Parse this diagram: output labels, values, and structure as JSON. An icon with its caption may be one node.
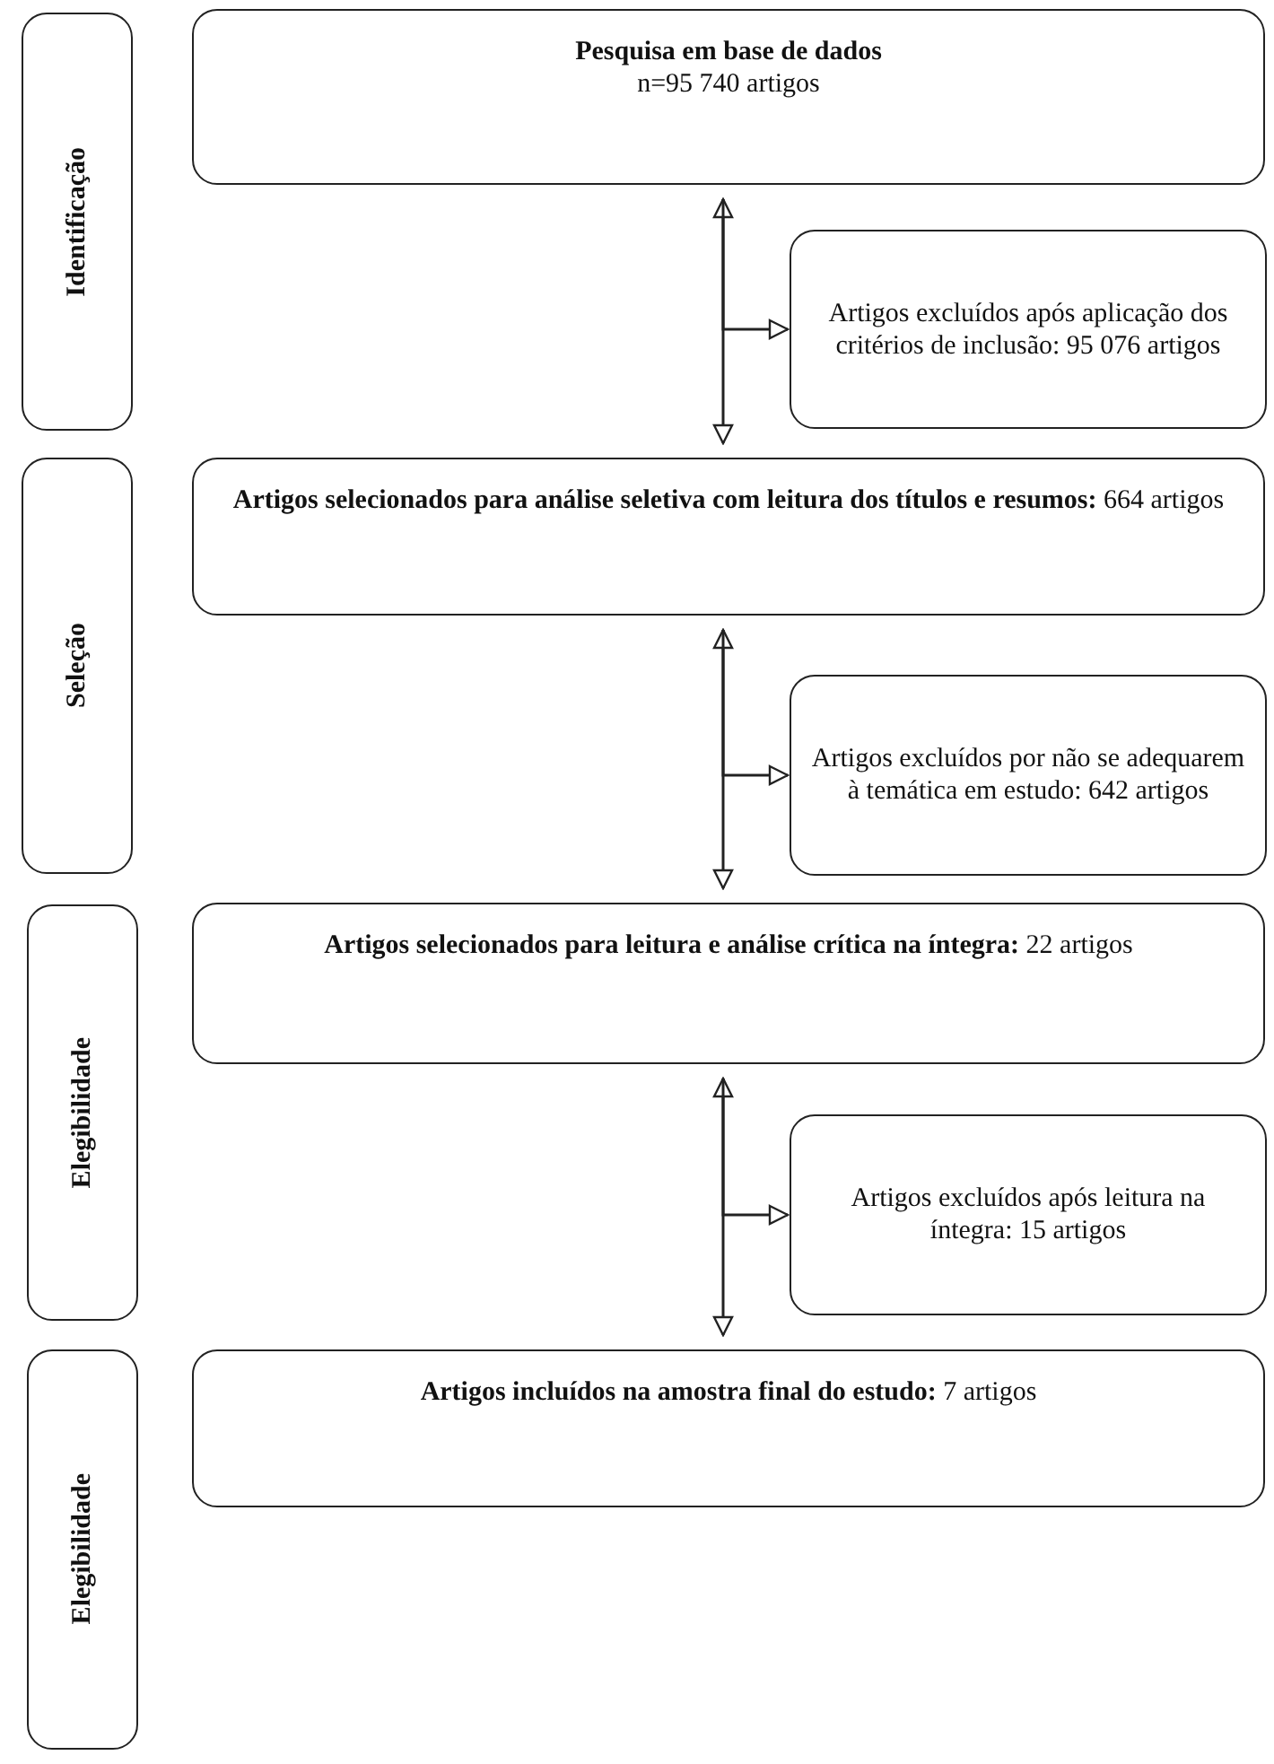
{
  "diagram": {
    "nodes": [
      {
        "text": [
          "Identificação"
        ]
      },
      {
        "text": [
          "Pesquisa em base de dados",
          "n=95 740 artigos"
        ]
      },
      {
        "text": [
          "Artigos excluídos após aplicação dos critérios de inclusão: 95 076 artigos"
        ]
      },
      {
        "text": [
          "Seleção"
        ]
      },
      {
        "text": [
          "**Artigos selecionados para análise seletiva com leitura dos títulos e resumos:** 664 artigos"
        ]
      },
      {
        "text": [
          "Artigos excluídos por não se adequarem à temática em estudo: 642 artigos"
        ]
      },
      {
        "text": [
          "Elegibilidade"
        ]
      },
      {
        "text": [
          "**Artigos selecionados para leitura e análise crítica na íntegra:** 22 artigos"
        ]
      },
      {
        "text": [
          "Artigos excluídos após leitura na íntegra: 15 artigos"
        ]
      },
      {
        "text": [
          "Elegibilidade"
        ]
      },
      {
        "text": [
          "**Artigos incluídos na amostra final do estudo:** 7 artigos"
        ]
      }
    ],
    "edges": [
      {
        "from": 1,
        "to": 4,
        "arrow": "both"
      },
      {
        "from": 1,
        "to": 2,
        "arrow": "to"
      },
      {
        "from": 4,
        "to": 7,
        "arrow": "both"
      },
      {
        "from": 4,
        "to": 5,
        "arrow": "to"
      },
      {
        "from": 7,
        "to": 10,
        "arrow": "both"
      },
      {
        "from": 7,
        "to": 8,
        "arrow": "to"
      }
    ]
  }
}
